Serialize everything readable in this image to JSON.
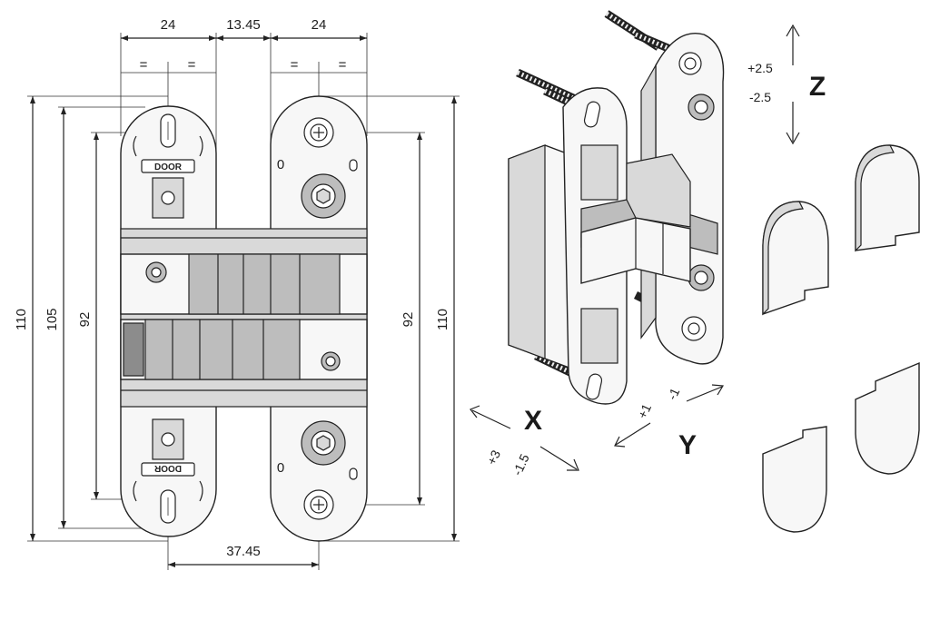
{
  "dimensions": {
    "top_left_width": "24",
    "top_gap": "13.45",
    "top_right_width": "24",
    "equal_sign": "=",
    "left_outer_height": "110",
    "left_mid_height": "105",
    "left_inner_height": "92",
    "right_inner_height": "92",
    "right_outer_height": "110",
    "bottom_span": "37.45"
  },
  "plate_labels": {
    "top_door": "DOOR",
    "bottom_door": "DOOR",
    "right_top_zero": "0",
    "right_bottom_zero": "0"
  },
  "adjustments": {
    "z": {
      "axis": "Z",
      "plus": "+2.5",
      "minus": "-2.5"
    },
    "x": {
      "axis": "X",
      "plus": "+3",
      "minus": "-1.5"
    },
    "y": {
      "axis": "Y",
      "plus": "+1",
      "minus": "-1"
    }
  }
}
